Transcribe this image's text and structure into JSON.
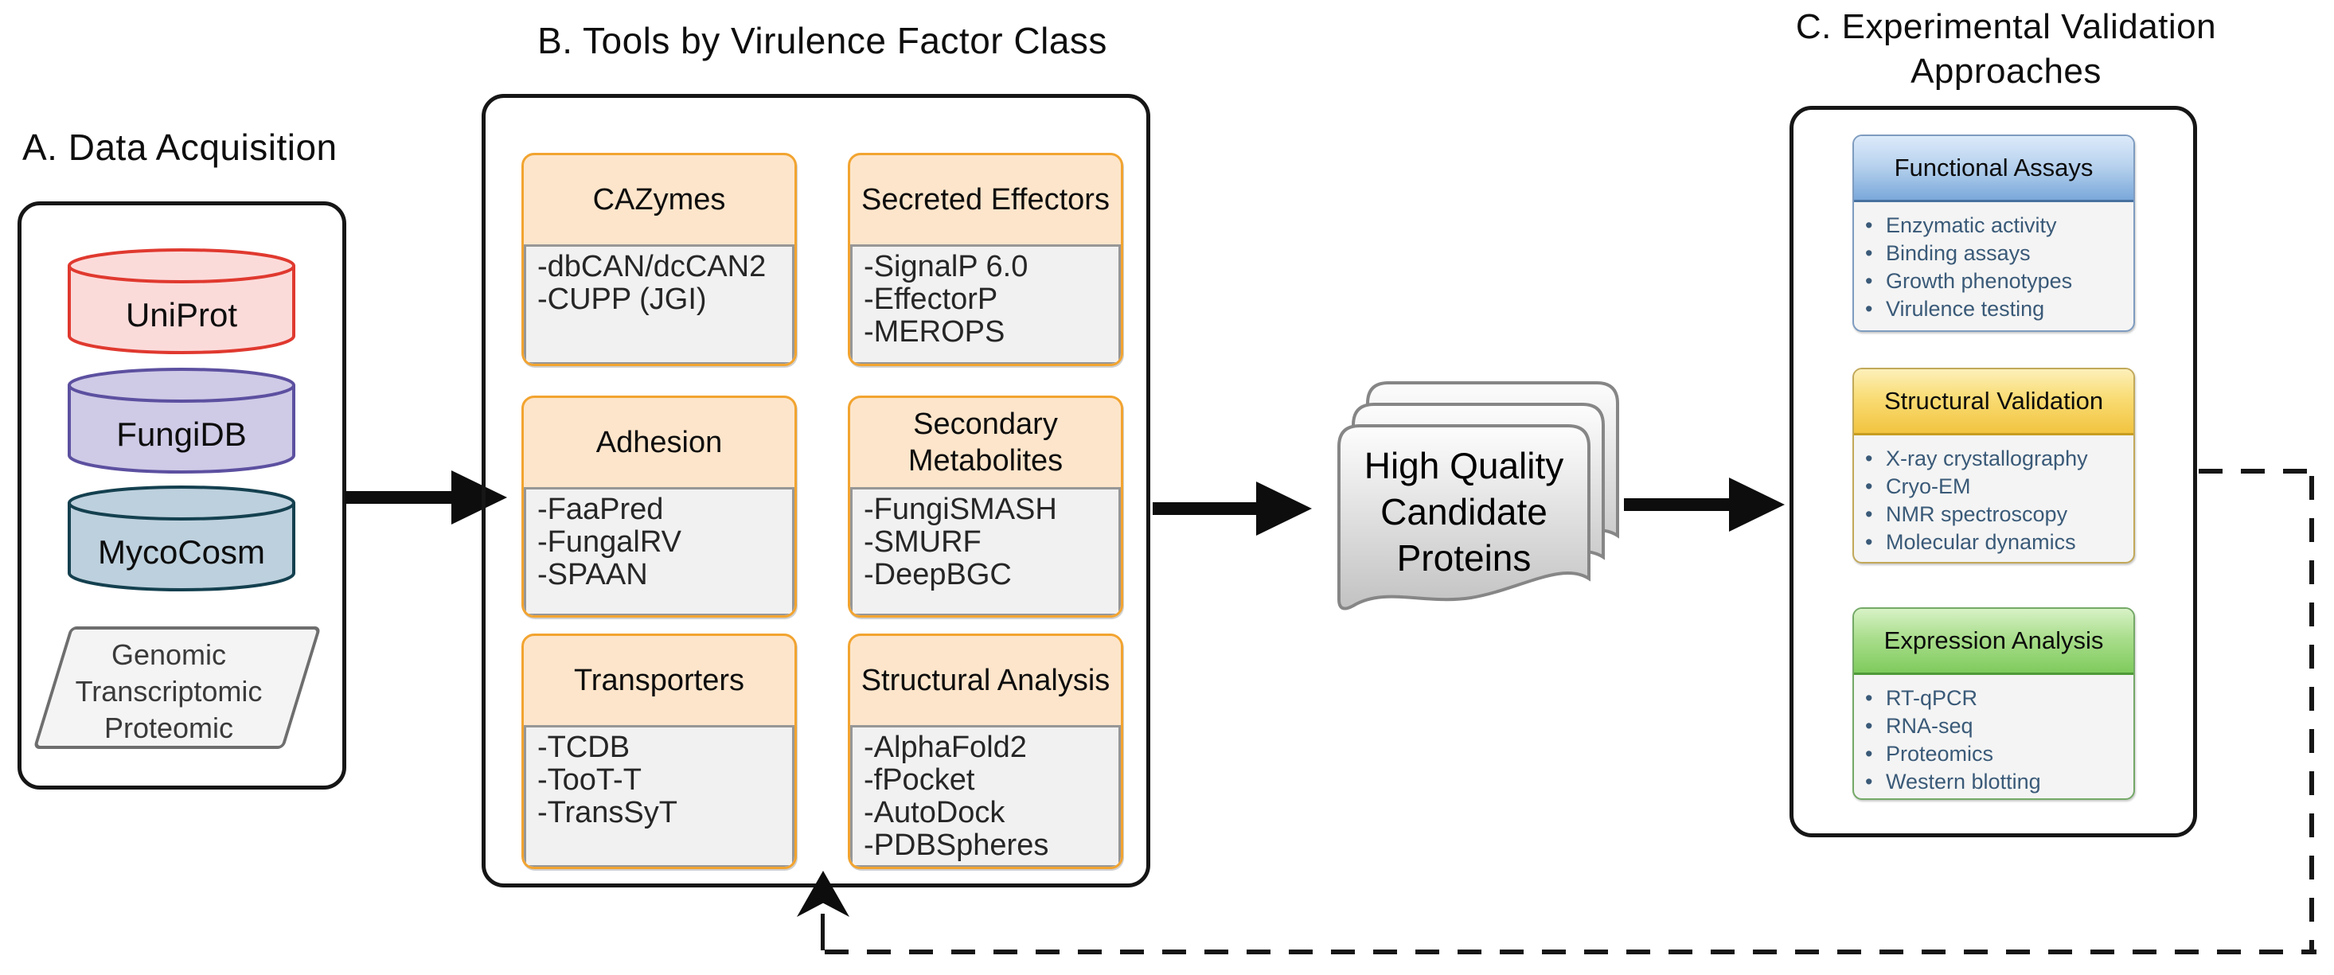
{
  "ui": {
    "bullet": "•"
  },
  "sections": {
    "a": {
      "title": "A. Data Acquisition",
      "databases": [
        {
          "label": "UniProt",
          "fill": "#fbdbda",
          "stroke": "#e0392f"
        },
        {
          "label": "FungiDB",
          "fill": "#cfcae6",
          "stroke": "#5c50a0"
        },
        {
          "label": "MycoCosm",
          "fill": "#bdd0dd",
          "stroke": "#14404f"
        }
      ],
      "data_types": [
        "Genomic",
        "Transcriptomic",
        "Proteomic"
      ]
    },
    "b": {
      "title": "B. Tools by Virulence Factor Class",
      "tool_boxes": [
        {
          "header": "CAZymes",
          "tools": [
            "-dbCAN/dcCAN2",
            "-CUPP (JGI)"
          ]
        },
        {
          "header": "Secreted Effectors",
          "tools": [
            "-SignalP 6.0",
            "-EffectorP",
            "-MEROPS"
          ]
        },
        {
          "header": "Adhesion",
          "tools": [
            "-FaaPred",
            "-FungalRV",
            "-SPAAN"
          ]
        },
        {
          "header": "Secondary Metabolites",
          "tools": [
            "-FungiSMASH",
            "-SMURF",
            "-DeepBGC"
          ]
        },
        {
          "header": "Transporters",
          "tools": [
            "-TCDB",
            "-TooT-T",
            "-TransSyT"
          ]
        },
        {
          "header": "Structural Analysis",
          "tools": [
            "-AlphaFold2",
            "-fPocket",
            "-AutoDock",
            "-PDBSpheres"
          ]
        }
      ]
    },
    "output": {
      "lines": [
        "High Quality",
        "Candidate",
        "Proteins"
      ]
    },
    "c": {
      "title_lines": [
        "C. Experimental Validation",
        "Approaches"
      ],
      "cards": [
        {
          "header": "Functional Assays",
          "items": [
            "Enzymatic activity",
            "Binding assays",
            "Growth phenotypes",
            "Virulence testing"
          ]
        },
        {
          "header": "Structural Validation",
          "items": [
            "X-ray crystallography",
            "Cryo-EM",
            "NMR spectroscopy",
            "Molecular dynamics"
          ]
        },
        {
          "header": "Expression Analysis",
          "items": [
            "RT-qPCR",
            "RNA-seq",
            "Proteomics",
            "Western blotting"
          ]
        }
      ]
    }
  },
  "colors": {
    "panel_border": "#161616",
    "tool_header_fill": "#fde5cb",
    "tool_border_orange": "#f2a430",
    "tool_body_fill": "#f1f1f1",
    "card_header_blue": "#7aa8da",
    "card_header_gold": "#f2c440",
    "card_header_green": "#7fcb5d",
    "card_item_text": "#3a5a78",
    "doc_gradient_top": "#fdfdfd",
    "doc_gradient_bottom": "#c2c2c2"
  }
}
